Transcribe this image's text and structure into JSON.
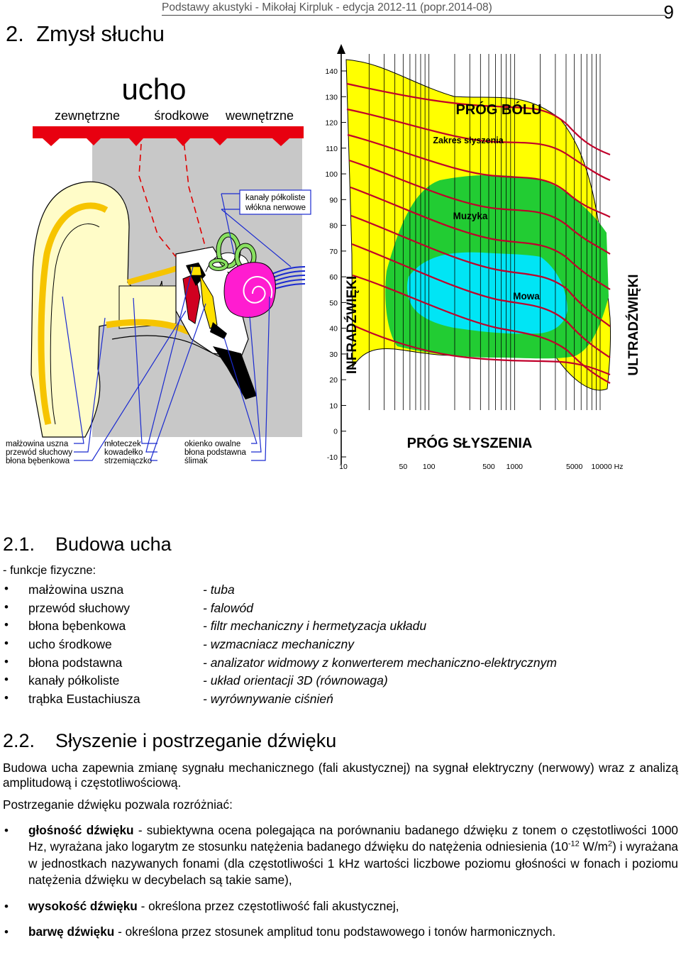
{
  "header": {
    "running": "Podstawy akustyki - Mikołaj Kirpluk - edycja 2012-11 (popr.2014-08)",
    "page_number": "9"
  },
  "chapter": {
    "number": "2.",
    "title": "Zmysł słuchu"
  },
  "ear_figure": {
    "title": "ucho",
    "parts": [
      "zewnętrzne",
      "środkowe",
      "wewnętrzne"
    ],
    "top_labels": [
      "kanały półkoliste",
      "włókna nerwowe"
    ],
    "groups": [
      [
        "małżowina uszna",
        "przewód słuchowy",
        "błona bębenkowa"
      ],
      [
        "młoteczek",
        "kowadełko",
        "strzemiączko"
      ],
      [
        "okienko owalne",
        "błona podstawna",
        "ślimak"
      ]
    ]
  },
  "hearing_chart": {
    "y_ticks": [
      "140",
      "130",
      "120",
      "110",
      "100",
      "90",
      "80",
      "70",
      "60",
      "50",
      "40",
      "30",
      "20",
      "10",
      "0",
      "-10"
    ],
    "x_ticks": [
      "10",
      "50",
      "100",
      "500",
      "1000",
      "5000",
      "10000 Hz"
    ],
    "label_pain": "PRÓG BÓLU",
    "label_range": "Zakres słyszenia",
    "label_music": "Muzyka",
    "label_speech": "Mowa",
    "label_threshold": "PRÓG SŁYSZENIA",
    "label_infra": "INFRADŹWIĘKI",
    "label_ultra": "ULTRADŹWIĘKI",
    "colors": {
      "hearing": "#ffff00",
      "music": "#22cc33",
      "speech": "#00e5f5",
      "curves": "#c0002a"
    }
  },
  "section1": {
    "number": "2.1.",
    "title": "Budowa ucha",
    "lead": "- funkcje fizyczne:",
    "items": [
      {
        "term": "małżowina uszna",
        "fn": "- tuba"
      },
      {
        "term": "przewód słuchowy",
        "fn": "- falowód"
      },
      {
        "term": "błona bębenkowa",
        "fn": "- filtr mechaniczny i hermetyzacja układu"
      },
      {
        "term": "ucho środkowe",
        "fn": "- wzmacniacz mechaniczny"
      },
      {
        "term": "błona podstawna",
        "fn": "- analizator widmowy z konwerterem mechaniczno-elektrycznym"
      },
      {
        "term": "kanały półkoliste",
        "fn": "- układ orientacji 3D (równowaga)"
      },
      {
        "term": "trąbka Eustachiusza",
        "fn": "- wyrównywanie ciśnień"
      }
    ]
  },
  "section2": {
    "number": "2.2.",
    "title": "Słyszenie i postrzeganie dźwięku",
    "para1": "Budowa ucha zapewnia zmianę sygnału mechanicznego (fali akustycznej) na sygnał elektryczny (nerwowy) wraz z analizą amplitudową i częstotliwościową.",
    "para2": "Postrzeganie dźwięku pozwala rozróżniać:",
    "bullet1_bold": "głośność dźwięku",
    "bullet1_a": " - subiektywna ocena polegająca na porównaniu badanego dźwięku z tonem o częstotliwości 1000 Hz, wyrażana jako logarytm ze stosunku natężenia badanego dźwięku do natężenia odniesienia (10",
    "bullet1_sup1": "-12",
    "bullet1_b": " W/m",
    "bullet1_sup2": "2",
    "bullet1_c": ") i wyrażana w jednostkach nazywanych fonami (dla częstotliwości 1 kHz wartości liczbowe poziomu głośności w fonach i poziomu natężenia dźwięku w decybelach są takie same),",
    "bullet2_bold": "wysokość dźwięku",
    "bullet2_rest": " - określona przez częstotliwość fali akustycznej,",
    "bullet3_bold": "barwę dźwięku",
    "bullet3_rest": " - określona przez stosunek amplitud tonu podstawowego i tonów harmonicznych."
  }
}
